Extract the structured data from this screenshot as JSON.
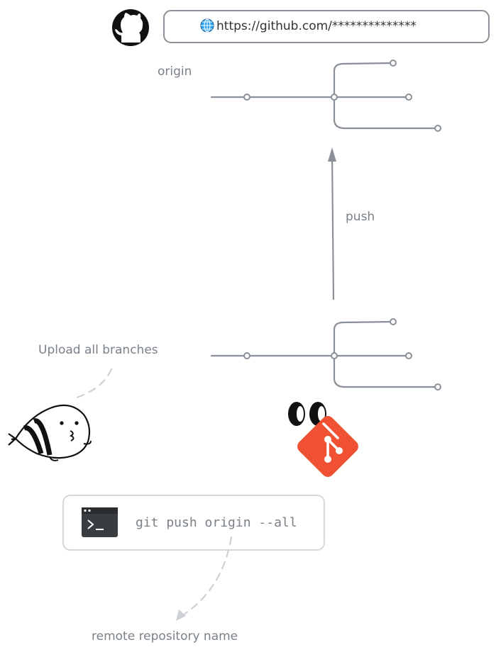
{
  "url_bar": {
    "url": "https://github.com/**************"
  },
  "icons": {
    "github": "github-icon",
    "globe": "globe-icon",
    "seal": "seal-mascot-icon",
    "git": "git-logo-icon",
    "eyes": "eyes-icon",
    "terminal": "terminal-icon"
  },
  "labels": {
    "origin": "origin",
    "push": "push",
    "upload_note": "Upload all branches",
    "remote_note": "remote repository name"
  },
  "command": {
    "text": "git push origin --all"
  },
  "colors": {
    "git_brand": "#f05133",
    "line": "#8a9097",
    "text": "#7a8189"
  }
}
